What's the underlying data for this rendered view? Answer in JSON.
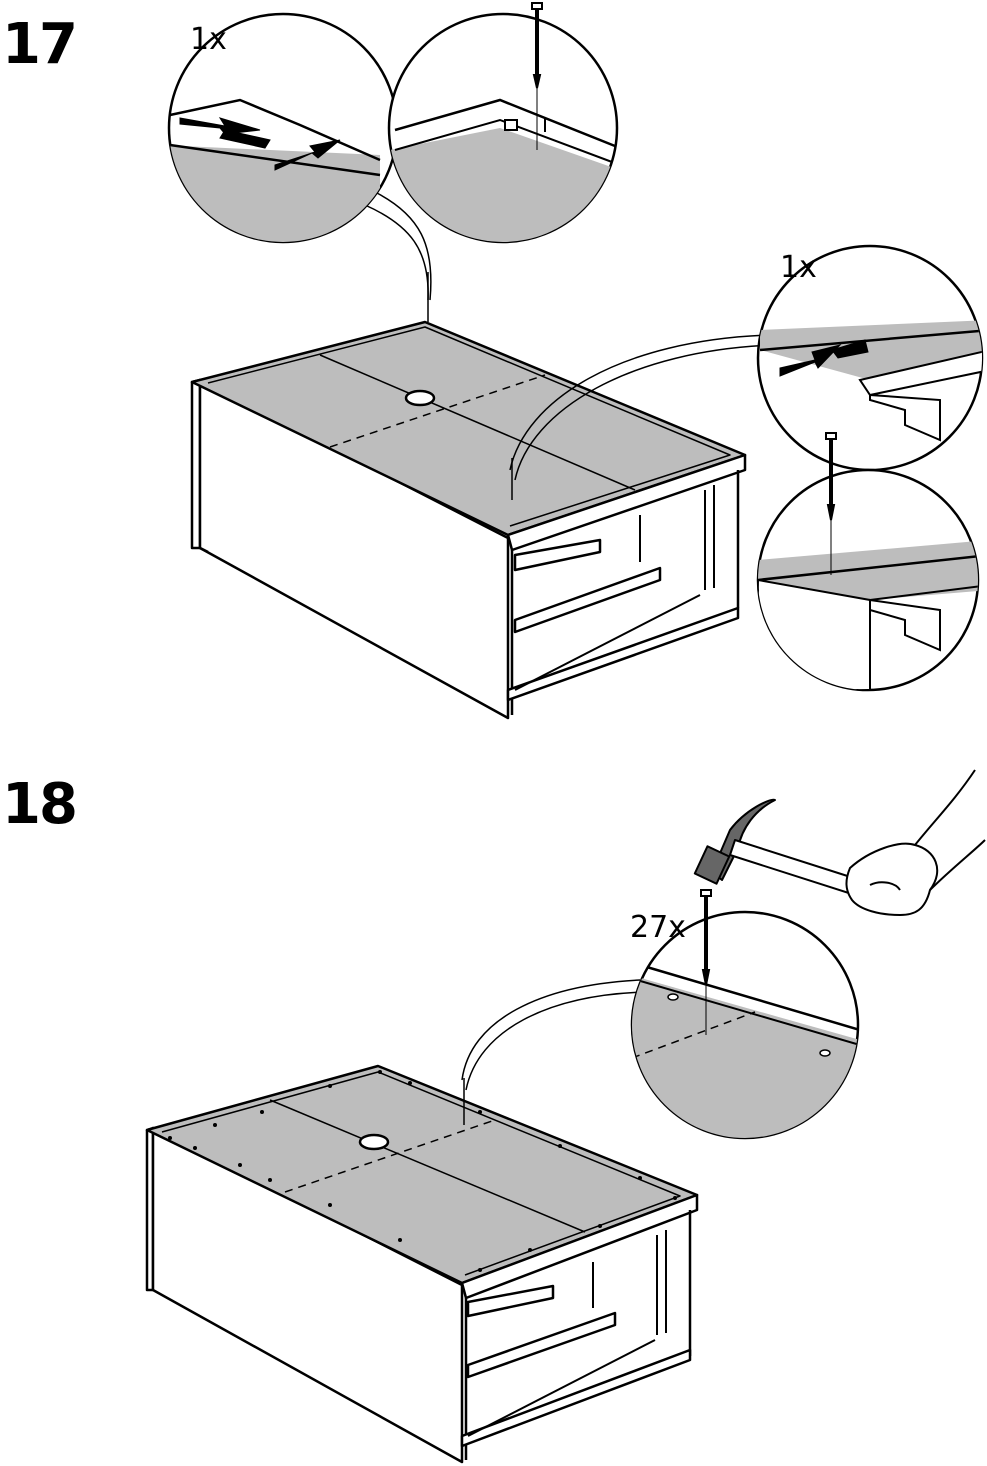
{
  "steps": [
    {
      "number": "17",
      "details": [
        {
          "quantity": "1x",
          "part": "nail"
        },
        {
          "quantity": "1x",
          "part": "nail"
        }
      ]
    },
    {
      "number": "18",
      "details": [
        {
          "quantity": "27x",
          "part": "nail"
        }
      ]
    }
  ],
  "colors": {
    "panel_fill": "#bdbdbd",
    "line": "#000000",
    "background": "#ffffff"
  }
}
